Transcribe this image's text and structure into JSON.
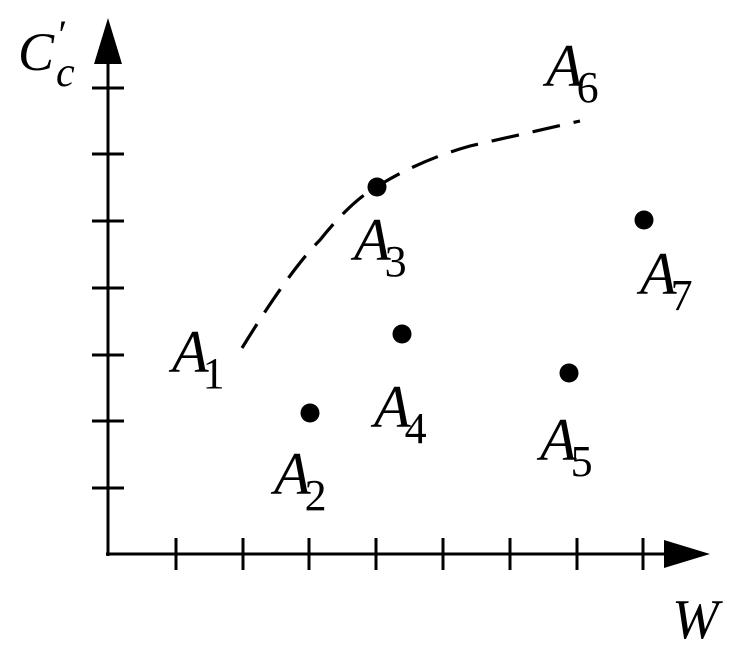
{
  "axes": {
    "y_label": {
      "main": "C",
      "sub": "c",
      "prime": "′"
    },
    "x_label": "W",
    "x_ticks": 8,
    "y_ticks": 7
  },
  "points": [
    {
      "letter": "A",
      "index": "1",
      "marker": false
    },
    {
      "letter": "A",
      "index": "2",
      "marker": true
    },
    {
      "letter": "A",
      "index": "3",
      "marker": true
    },
    {
      "letter": "A",
      "index": "4",
      "marker": true
    },
    {
      "letter": "A",
      "index": "5",
      "marker": true
    },
    {
      "letter": "A",
      "index": "6",
      "marker": false
    },
    {
      "letter": "A",
      "index": "7",
      "marker": true
    }
  ],
  "frontier": {
    "style": "dashed",
    "through": [
      "1",
      "3",
      "6"
    ]
  }
}
